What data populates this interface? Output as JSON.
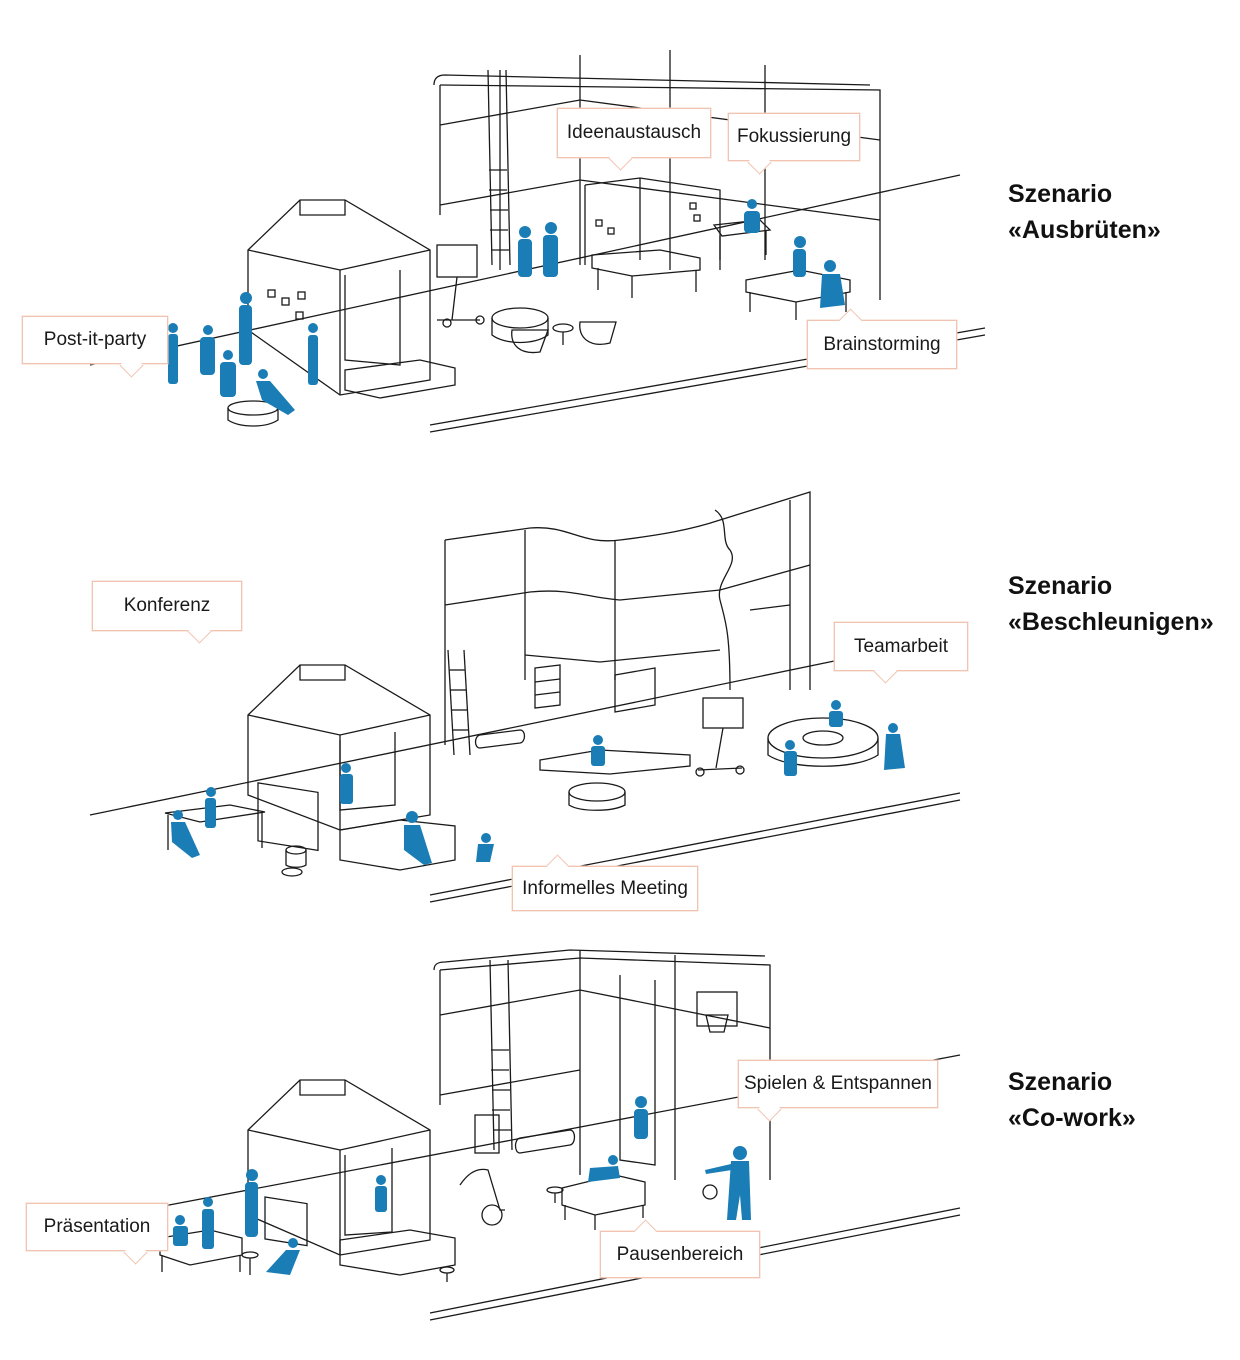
{
  "scenarios": [
    {
      "title_line1": "Szenario",
      "title_line2": "«Ausbrüten»",
      "labels": {
        "ideenaustausch": "Ideenaustausch",
        "fokussierung": "Fokussierung",
        "post_it_party": "Post-it-party",
        "brainstorming": "Brainstorming"
      }
    },
    {
      "title_line1": "Szenario",
      "title_line2": "«Beschleunigen»",
      "labels": {
        "konferenz": "Konferenz",
        "teamarbeit": "Teamarbeit",
        "informelles_meeting": "Informelles Meeting"
      }
    },
    {
      "title_line1": "Szenario",
      "title_line2": "«Co-work»",
      "labels": {
        "spielen_entspannen": "Spielen & Entspannen",
        "praesentation": "Präsentation",
        "pausenbereich": "Pausenbereich"
      }
    }
  ],
  "colors": {
    "people": "#1a7db5",
    "line": "#1a1a1a",
    "bubble_border": "#f1c3b0"
  }
}
